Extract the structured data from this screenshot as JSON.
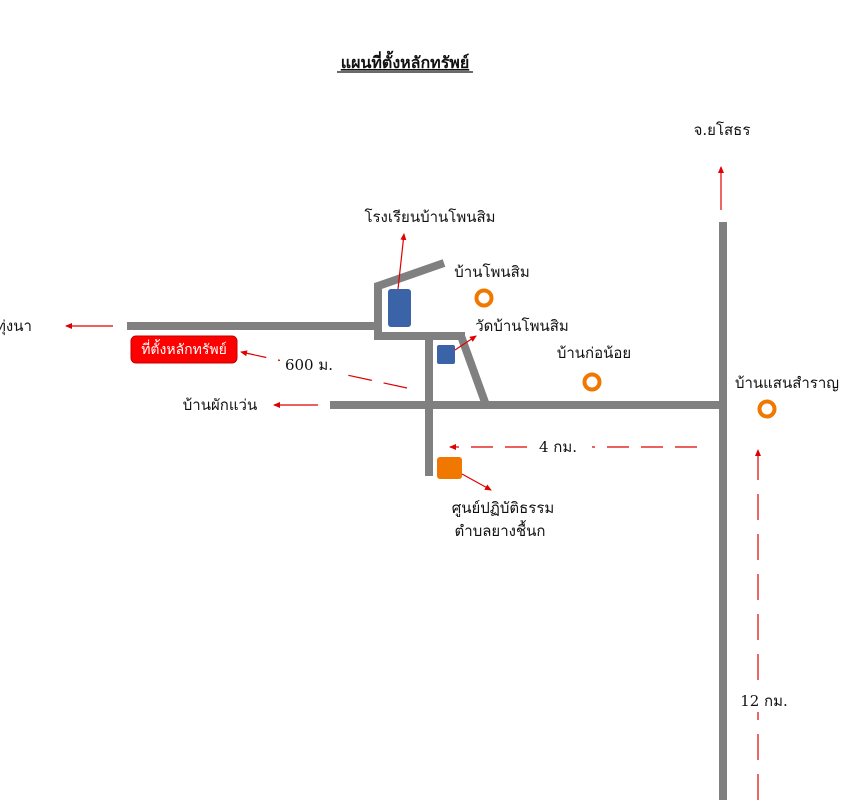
{
  "title": "แผนที่ตั้งหลักทรัพย์",
  "colors": {
    "road": "#808080",
    "arrow": "#e00000",
    "site_marker": "#ff0000",
    "landmark_building": "#3a63a8",
    "village_ring": "#f07800",
    "center_square": "#f07800"
  },
  "places": {
    "yasothon": "จ.ยโสธร",
    "school": "โรงเรียนบ้านโพนสิม",
    "ban_phon_sim": "บ้านโพนสิม",
    "temple": "วัดบ้านโพนสิม",
    "thung_na": "ทุ่งนา",
    "site": "ที่ตั้งหลักทรัพย์",
    "ban_ko_noi": "บ้านก่อน้อย",
    "ban_saen_samran": "บ้านแสนสำราญ",
    "ban_phak_waen": "บ้านผักแว่น",
    "center_line1": "ศูนย์ปฏิบัติธรรม",
    "center_line2": "ตำบลยางชื้นก"
  },
  "distances": {
    "to_site": "600 ม.",
    "to_junction": "4 กม.",
    "main_road": "12 กม."
  },
  "icons": {
    "school_marker": "blue-rectangle-building",
    "temple_marker": "blue-square-building",
    "village_marker": "orange-ring",
    "center_marker": "orange-square",
    "site_marker": "red-rounded-label"
  }
}
